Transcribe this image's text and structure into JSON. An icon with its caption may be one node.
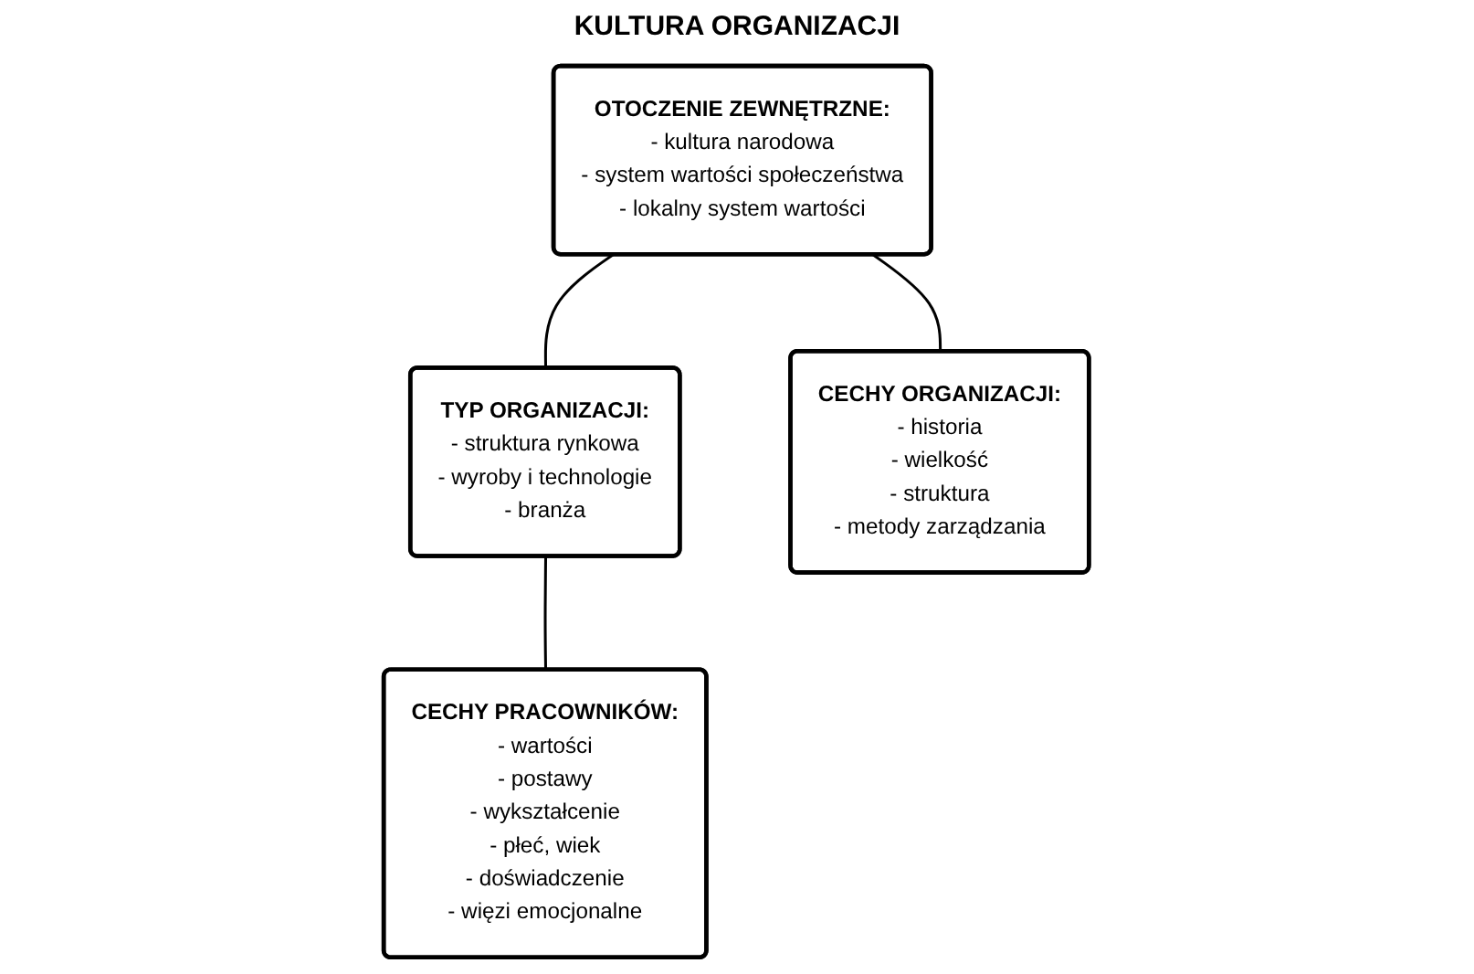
{
  "diagram": {
    "nodes": [
      {
        "text": [
          "OTOCZENIE ZEWNĘTRZNE:",
          "- kultura narodowa",
          "- system wartości społeczeństwa",
          "- lokalny system wartości"
        ]
      },
      {
        "text": [
          "TYP ORGANIZACJI:",
          "- struktura rynkowa",
          "- wyroby i technologie",
          "- branża"
        ]
      },
      {
        "text": [
          "CECHY ORGANIZACJI:",
          "- historia",
          "- wielkość",
          "- struktura",
          "- metody zarządzania"
        ]
      },
      {
        "text": [
          "CECHY PRACOWNIKÓW:",
          "- wartości",
          "- postawy",
          "- wykształcenie",
          "- płeć, wiek",
          "- doświadczenie",
          "- więzi emocjonalne"
        ]
      }
    ],
    "edges": [
      {
        "from": 0,
        "to": 1,
        "arrow": "none"
      },
      {
        "from": 0,
        "to": 2,
        "arrow": "none"
      },
      {
        "from": 1,
        "to": 3,
        "arrow": "none"
      }
    ],
    "labels": [
      "KULTURA ORGANIZACJI"
    ]
  }
}
